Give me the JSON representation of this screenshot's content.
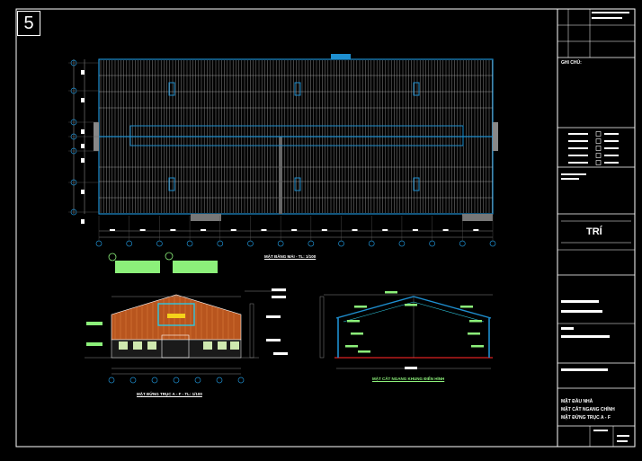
{
  "sheet": {
    "page_number": "5",
    "colors": {
      "background": "#000000",
      "frame": "#ffffff",
      "wall": "#1e8fd0",
      "roof_ribs": "#9a9a9a",
      "note_fill": "#8cf07a",
      "gable_fill": "#b8551e"
    }
  },
  "title_block": {
    "notes_label": "GHI CHÚ:",
    "company": "TRÍ",
    "drawing_titles": [
      "MẶT ĐẦU NHÀ",
      "MẶT CẮT NGANG CHÍNH",
      "MẶT ĐỨNG TRỤC A - F"
    ]
  },
  "views": {
    "plan_caption": "MẶT BẰNG MÁI - TL: 1/100",
    "elevation_caption": "MẶT ĐỨNG TRỤC A - F - TL: 1/100",
    "section_caption": "MẶT CẮT NGANG KHUNG ĐIỂN HÌNH"
  },
  "icons": [
    "grid-bubble-icon",
    "window-icon",
    "level-marker-icon"
  ]
}
